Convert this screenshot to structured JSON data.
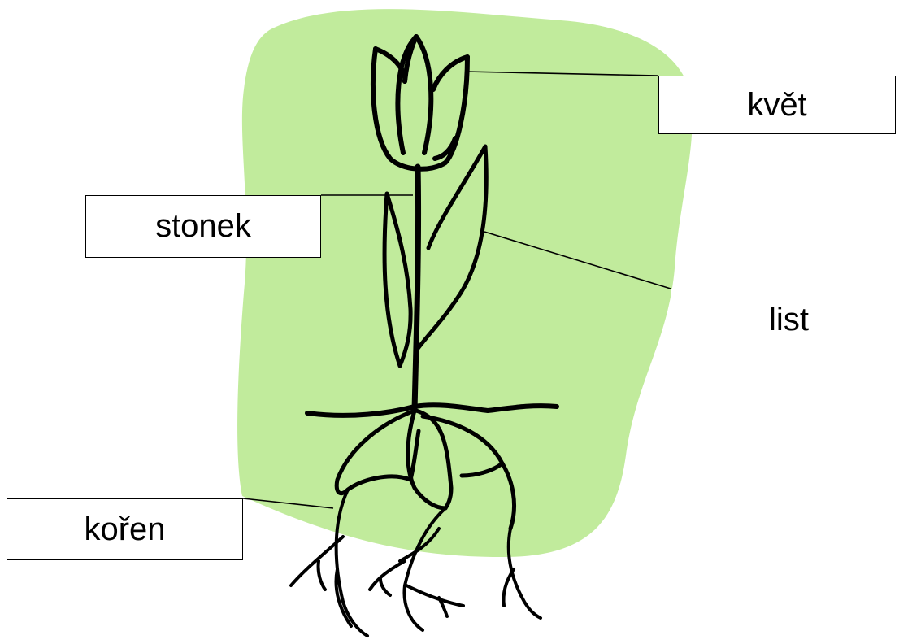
{
  "colors": {
    "background_shape": "#c1eb9c",
    "outline": "#000000",
    "label_background": "#ffffff"
  },
  "labels": {
    "flower": "květ",
    "stem": "stonek",
    "leaf": "list",
    "root": "kořen"
  }
}
